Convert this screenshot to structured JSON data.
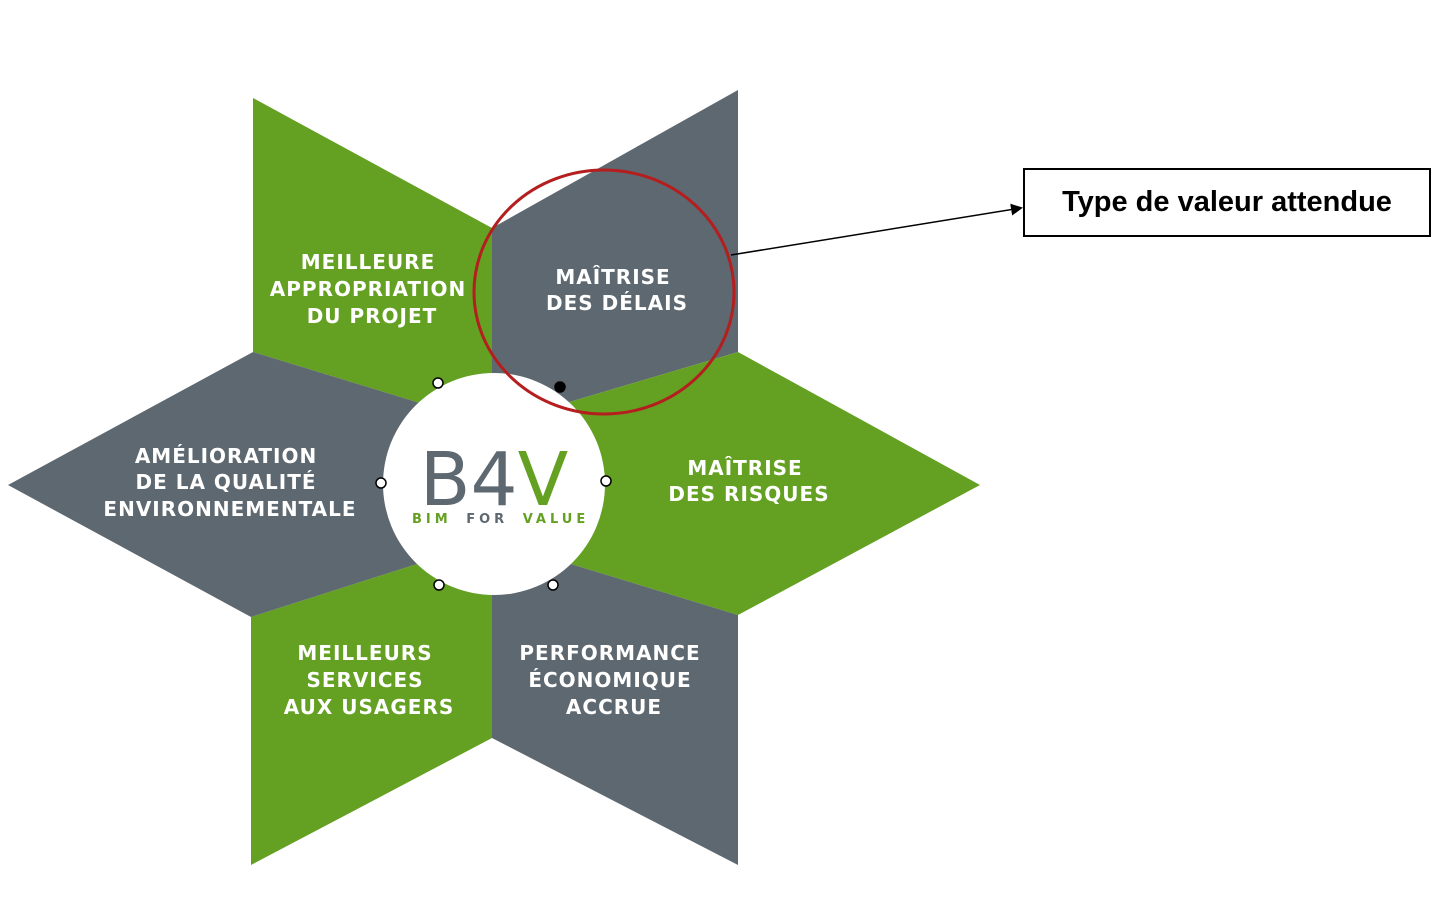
{
  "colors": {
    "green": "#64a022",
    "gray": "#5e6870",
    "highlight": "#b41e1e",
    "arrow": "#000000"
  },
  "callout": {
    "text": "Type de valeur attendue"
  },
  "logo": {
    "main_a": "B4",
    "main_b": "V",
    "sub_a": "BIM",
    "sub_b": "FOR",
    "sub_c": "VALUE"
  },
  "segments": [
    {
      "id": "appropriation",
      "color": "green",
      "lines": [
        "MEILLEURE",
        "APPROPRIATION",
        "DU PROJET"
      ]
    },
    {
      "id": "delais",
      "color": "gray",
      "lines": [
        "MAÎTRISE",
        "DES DÉLAIS"
      ]
    },
    {
      "id": "risques",
      "color": "green",
      "lines": [
        "MAÎTRISE",
        "DES RISQUES"
      ]
    },
    {
      "id": "performance",
      "color": "gray",
      "lines": [
        "PERFORMANCE",
        "ÉCONOMIQUE",
        "ACCRUE"
      ]
    },
    {
      "id": "services",
      "color": "green",
      "lines": [
        "MEILLEURS",
        "SERVICES",
        "AUX USAGERS"
      ]
    },
    {
      "id": "environnement",
      "color": "gray",
      "lines": [
        "AMÉLIORATION",
        "DE LA QUALITÉ",
        "ENVIRONNEMENTALE"
      ]
    }
  ]
}
